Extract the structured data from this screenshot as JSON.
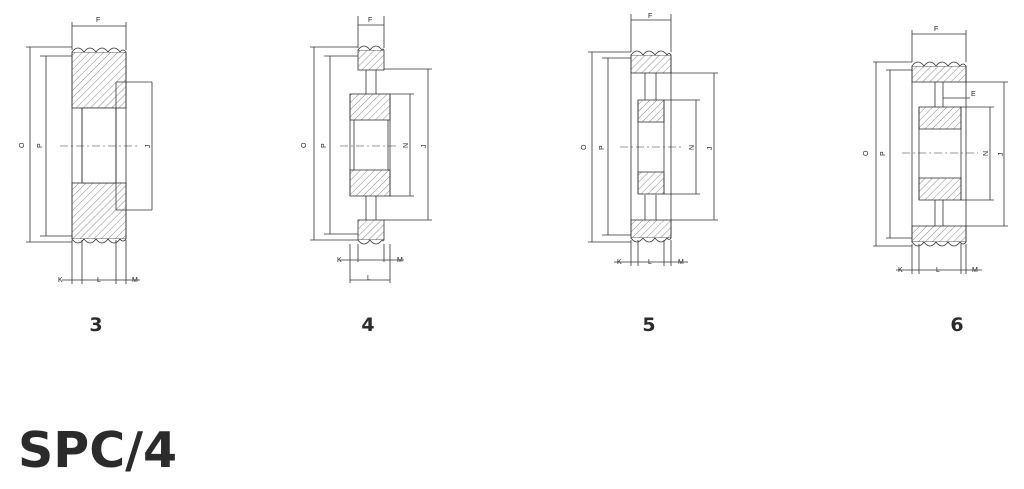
{
  "title": "SPC/4",
  "figures": [
    {
      "number": "3",
      "labels": {
        "F": "F",
        "O": "O",
        "P": "P",
        "J": "J",
        "K": "K",
        "L": "L",
        "M": "M"
      }
    },
    {
      "number": "4",
      "labels": {
        "F": "F",
        "O": "O",
        "P": "P",
        "N": "N",
        "J": "J",
        "K": "K",
        "L": "L",
        "M": "M"
      }
    },
    {
      "number": "5",
      "labels": {
        "F": "F",
        "O": "O",
        "P": "P",
        "N": "N",
        "J": "J",
        "K": "K",
        "L": "L",
        "M": "M"
      }
    },
    {
      "number": "6",
      "labels": {
        "F": "F",
        "E": "E",
        "O": "O",
        "P": "P",
        "N": "N",
        "J": "J",
        "K": "K",
        "L": "L",
        "M": "M"
      }
    }
  ]
}
